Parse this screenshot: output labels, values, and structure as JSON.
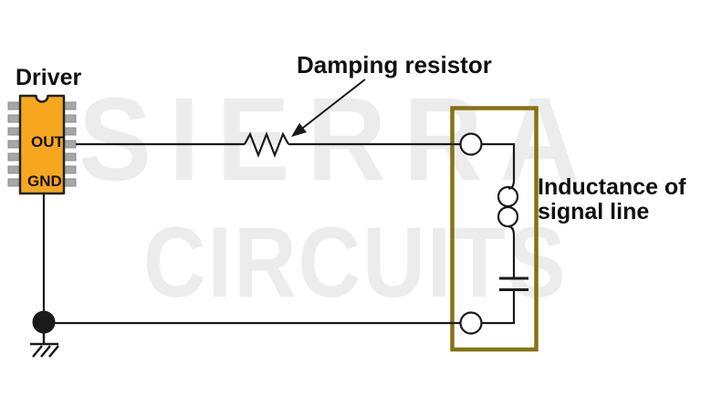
{
  "labels": {
    "driver": "Driver",
    "out_pin": "OUT",
    "gnd_pin": "GND",
    "damping_resistor": "Damping resistor",
    "inductance": "Inductance of\nsignal line"
  },
  "watermark": {
    "line1": "SIERRA",
    "line2": "CIRCUITS"
  },
  "icons": {
    "resistor_symbol": "zigzag-resistor",
    "inductor_symbol": "loop-coil",
    "capacitor_symbol": "parallel-plates",
    "ground_symbol": "chassis-ground",
    "terminal_symbol": "open-circle-terminal",
    "junction_symbol": "filled-dot"
  },
  "colors": {
    "background": "#FFFFFF",
    "wire": "#1A1A1A",
    "text": "#111111",
    "chip_fill": "#F7A71E",
    "chip_stroke": "#222222",
    "pin_fill": "#A6A6A6",
    "pin_stroke": "#8C8C8C",
    "box_border": "#857311",
    "watermark": "#ECECEC"
  }
}
